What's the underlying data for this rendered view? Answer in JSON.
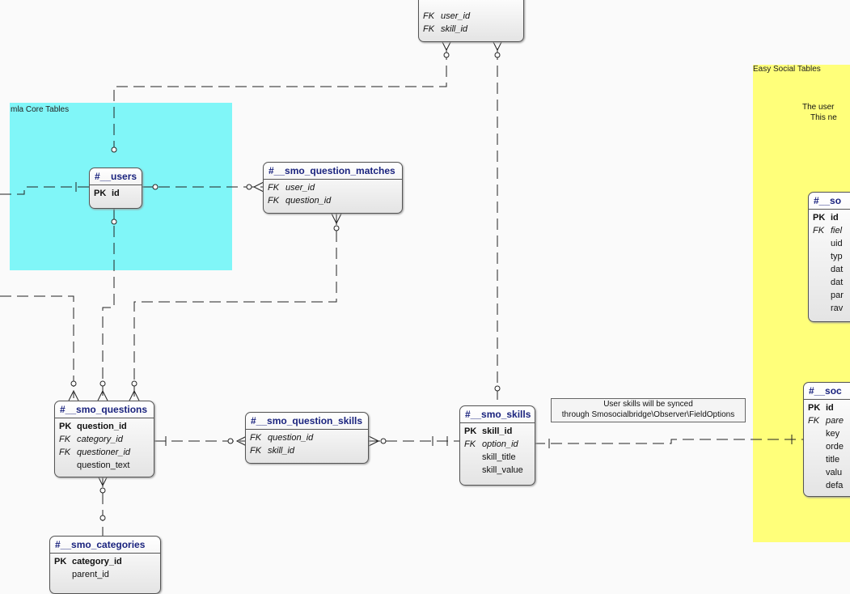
{
  "regions": {
    "joomla": {
      "label": "mla Core Tables",
      "color": "#80f6f8"
    },
    "easysocial": {
      "label": "Easy Social Tables",
      "color": "#ffff7a",
      "text1": "The user",
      "text2": "This ne"
    }
  },
  "note": {
    "line1": "User skills will be synced",
    "line2": "through Smosocialbridge\\Observer\\FieldOptions"
  },
  "entities": {
    "top": {
      "title": "",
      "attrs": [
        {
          "key": "FK",
          "name": "user_id",
          "type": "fk"
        },
        {
          "key": "FK",
          "name": "skill_id",
          "type": "fk"
        }
      ]
    },
    "users": {
      "title": "#__users",
      "attrs": [
        {
          "key": "PK",
          "name": "id",
          "type": "pk"
        }
      ]
    },
    "question_matches": {
      "title": "#__smo_question_matches",
      "attrs": [
        {
          "key": "FK",
          "name": "user_id",
          "type": "fk"
        },
        {
          "key": "FK",
          "name": "question_id",
          "type": "fk"
        }
      ]
    },
    "questions": {
      "title": "#__smo_questions",
      "attrs": [
        {
          "key": "PK",
          "name": "question_id",
          "type": "pk"
        },
        {
          "key": "FK",
          "name": "category_id",
          "type": "fk"
        },
        {
          "key": "FK",
          "name": "questioner_id",
          "type": "fk"
        },
        {
          "key": "",
          "name": "question_text",
          "type": "plain"
        }
      ]
    },
    "question_skills": {
      "title": "#__smo_question_skills",
      "attrs": [
        {
          "key": "FK",
          "name": "question_id",
          "type": "fk"
        },
        {
          "key": "FK",
          "name": "skill_id",
          "type": "fk"
        }
      ]
    },
    "skills": {
      "title": "#__smo_skills",
      "attrs": [
        {
          "key": "PK",
          "name": "skill_id",
          "type": "pk"
        },
        {
          "key": "FK",
          "name": "option_id",
          "type": "fk"
        },
        {
          "key": "",
          "name": "skill_title",
          "type": "plain"
        },
        {
          "key": "",
          "name": "skill_value",
          "type": "plain"
        }
      ]
    },
    "categories": {
      "title": "#__smo_categories",
      "attrs": [
        {
          "key": "PK",
          "name": "category_id",
          "type": "pk"
        },
        {
          "key": "",
          "name": "parent_id",
          "type": "plain"
        }
      ]
    },
    "so1": {
      "title": "#__so",
      "attrs": [
        {
          "key": "PK",
          "name": "id",
          "type": "pk"
        },
        {
          "key": "FK",
          "name": "fiel",
          "type": "fk"
        },
        {
          "key": "",
          "name": "uid",
          "type": "plain"
        },
        {
          "key": "",
          "name": "typ",
          "type": "plain"
        },
        {
          "key": "",
          "name": "dat",
          "type": "plain"
        },
        {
          "key": "",
          "name": "dat",
          "type": "plain"
        },
        {
          "key": "",
          "name": "par",
          "type": "plain"
        },
        {
          "key": "",
          "name": "rav",
          "type": "plain"
        }
      ]
    },
    "so2": {
      "title": "#__soc",
      "attrs": [
        {
          "key": "PK",
          "name": "id",
          "type": "pk"
        },
        {
          "key": "FK",
          "name": "pare",
          "type": "fk"
        },
        {
          "key": "",
          "name": "key",
          "type": "plain"
        },
        {
          "key": "",
          "name": "orde",
          "type": "plain"
        },
        {
          "key": "",
          "name": "title",
          "type": "plain"
        },
        {
          "key": "",
          "name": "valu",
          "type": "plain"
        },
        {
          "key": "",
          "name": "defa",
          "type": "plain"
        }
      ]
    }
  }
}
